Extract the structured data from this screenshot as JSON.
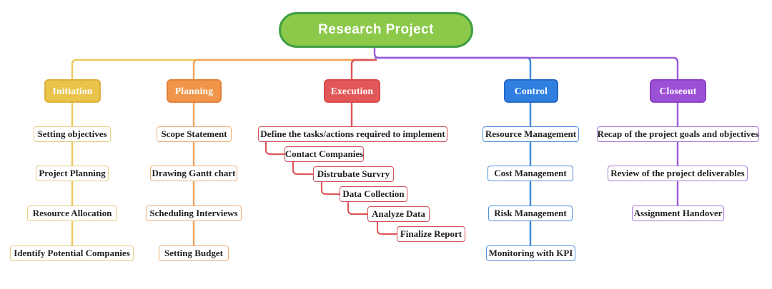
{
  "root": {
    "label": "Research Project",
    "fill_color": "#8cc84a",
    "border_color": "#3f9e44"
  },
  "branches": [
    {
      "label": "Initiation",
      "color": "#e9c34a",
      "line_color": "#eec95e",
      "items": [
        "Setting objectives",
        "Project Planning",
        "Resource Allocation",
        "Identify Potential Companies"
      ]
    },
    {
      "label": "Planning",
      "color": "#f0954a",
      "line_color": "#f1a360",
      "items": [
        "Scope Statement",
        "Drawing Gantt chart",
        "Scheduling Interviews",
        "Setting Budget"
      ]
    },
    {
      "label": "Execution",
      "color": "#e25757",
      "line_color": "#dd5257",
      "items": [
        "Define the tasks/actions required to implement",
        "Contact Companies",
        "Distrubate Survry",
        "Data Collection",
        "Analyze Data",
        "Finalize Report"
      ]
    },
    {
      "label": "Control",
      "color": "#2f7fe1",
      "line_color": "#3f88de",
      "items": [
        "Resource Management",
        "Cost Management",
        "Risk Management",
        "Monitoring with KPI"
      ]
    },
    {
      "label": "Closeout",
      "color": "#9c50d6",
      "line_color": "#9d5ad7",
      "items": [
        "Recap of the project goals and objectives",
        "Review of the project deliverables",
        "Assignment Handover"
      ]
    }
  ]
}
